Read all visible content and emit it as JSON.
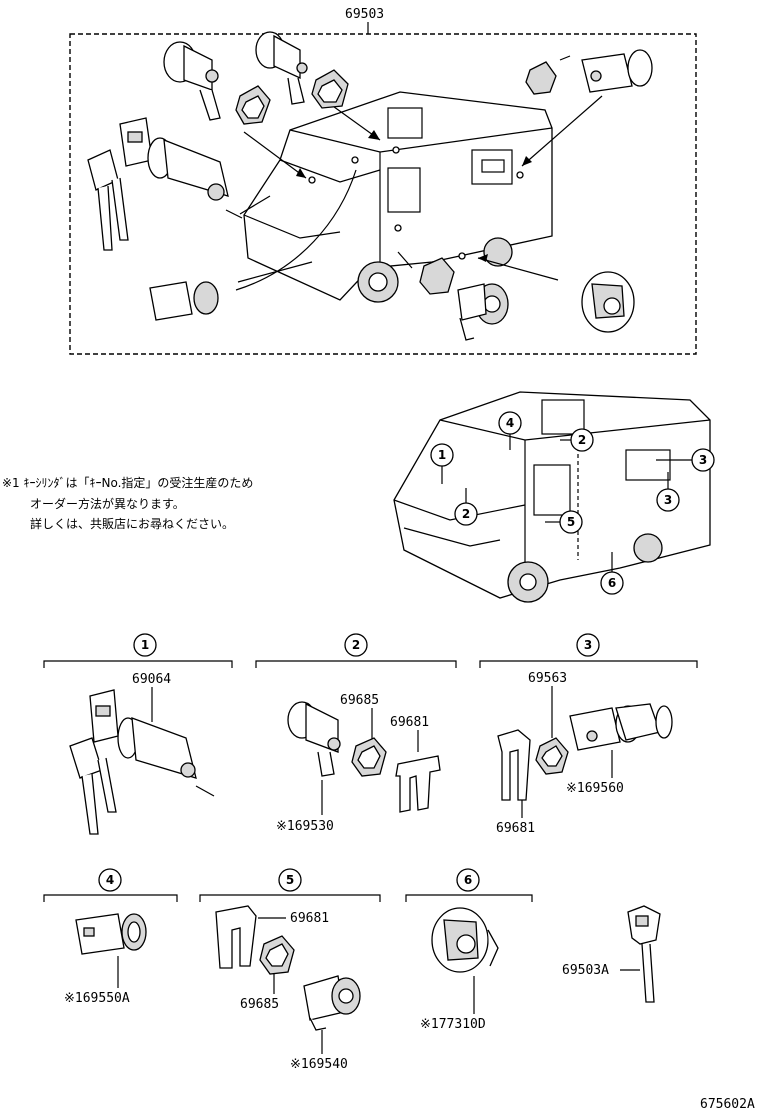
{
  "assembly": {
    "part_number": "69503"
  },
  "note": {
    "line1": "※1 ｷｰｼﾘﾝﾀﾞは「ｷｰNo.指定」の受注生産のため",
    "line2": "オーダー方法が異なります。",
    "line3": "詳しくは、共販店にお尋ねください。"
  },
  "locator_callouts": [
    "1",
    "2",
    "4",
    "2",
    "3",
    "3",
    "5",
    "6"
  ],
  "groups": [
    {
      "callout": "1",
      "parts": [
        "69064"
      ]
    },
    {
      "callout": "2",
      "parts": [
        "69685",
        "69681",
        "※169530"
      ]
    },
    {
      "callout": "3",
      "parts": [
        "69563",
        "※169560",
        "69681"
      ]
    },
    {
      "callout": "4",
      "parts": [
        "※169550A"
      ]
    },
    {
      "callout": "5",
      "parts": [
        "69681",
        "69685",
        "※169540"
      ]
    },
    {
      "callout": "6",
      "parts": [
        "※177310D"
      ]
    }
  ],
  "key": {
    "part_number": "69503A"
  },
  "figure_code": "675602A"
}
